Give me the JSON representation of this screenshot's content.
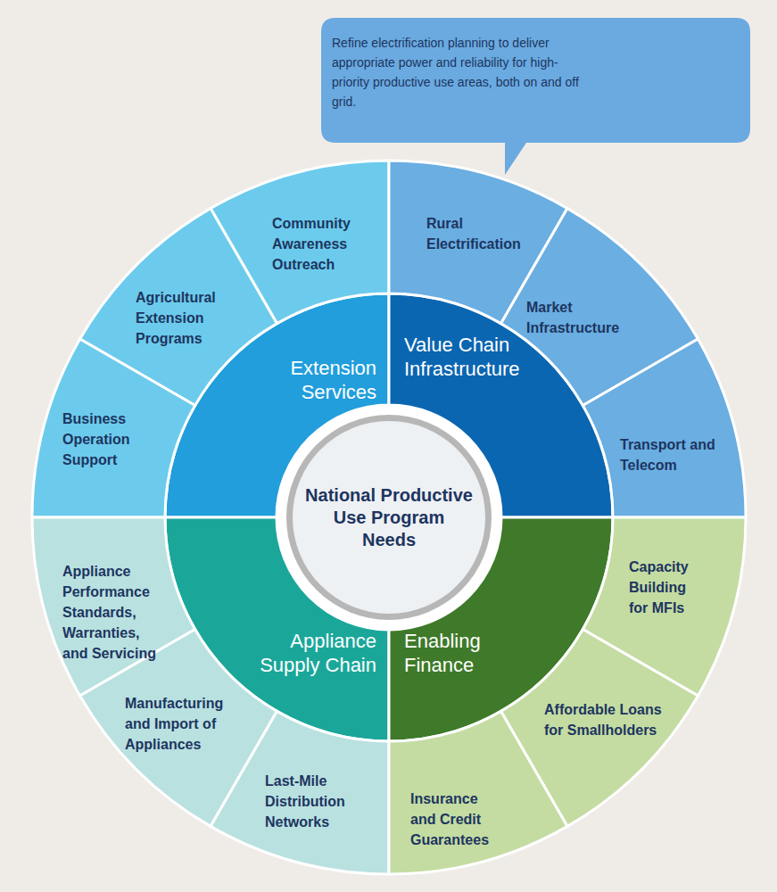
{
  "diagram": {
    "nodes": [
      {
        "text": [
          "Refine electrification planning to deliver appropriate power and reliability for high-priority productive use areas, both on and off grid."
        ]
      },
      {
        "text": [
          "National Productive Use Program Needs"
        ]
      },
      {
        "text": [
          "Extension Services"
        ]
      },
      {
        "text": [
          "Value Chain Infrastructure"
        ]
      },
      {
        "text": [
          "Appliance Supply Chain"
        ]
      },
      {
        "text": [
          "Enabling Finance"
        ]
      },
      {
        "text": [
          "Community Awareness Outreach"
        ]
      },
      {
        "text": [
          "Rural Electrification"
        ]
      },
      {
        "text": [
          "Agricultural Extension Programs"
        ]
      },
      {
        "text": [
          "Market Infrastructure"
        ]
      },
      {
        "text": [
          "Business Operation Support"
        ]
      },
      {
        "text": [
          "Transport and Telecom"
        ]
      },
      {
        "text": [
          "Appliance Performance Standards, Warranties, and Servicing"
        ]
      },
      {
        "text": [
          "Capacity Building for MFIs"
        ]
      },
      {
        "text": [
          "Manufacturing and Import of Appliances"
        ]
      },
      {
        "text": [
          "Affordable Loans for Smallholders"
        ]
      },
      {
        "text": [
          "Last-Mile Distribution Networks"
        ]
      },
      {
        "text": [
          "Insurance and Credit Guarantees"
        ]
      }
    ]
  }
}
